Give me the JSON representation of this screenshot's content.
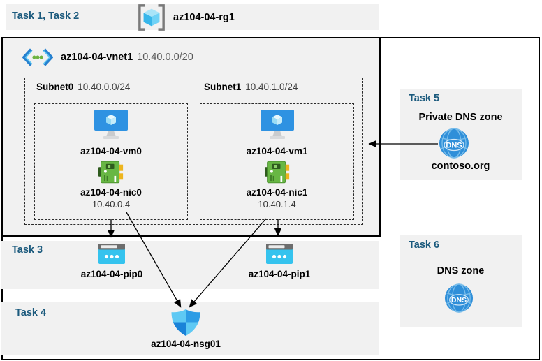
{
  "colors": {
    "panel_bg": "#f1f1f1",
    "task_label": "#1b5a7d",
    "border": "#000000",
    "arrow": "#000000"
  },
  "header": {
    "tasks_label": "Task 1, Task 2",
    "resource_group_name": "az104-04-rg1",
    "resource_group_icon": "resource-group-icon"
  },
  "vnet": {
    "icon": "virtual-network-icon",
    "name": "az104-04-vnet1",
    "cidr": "10.40.0.0/20",
    "subnets": [
      {
        "name": "Subnet0",
        "cidr": "10.40.0.0/24",
        "vm": "az104-04-vm0",
        "vm_icon": "virtual-machine-icon",
        "nic": "az104-04-nic0",
        "nic_icon": "network-interface-icon",
        "ip": "10.40.0.4"
      },
      {
        "name": "Subnet1",
        "cidr": "10.40.1.0/24",
        "vm": "az104-04-vm1",
        "vm_icon": "virtual-machine-icon",
        "nic": "az104-04-nic1",
        "nic_icon": "network-interface-icon",
        "ip": "10.40.1.4"
      }
    ]
  },
  "task3": {
    "label": "Task 3",
    "pip0": "az104-04-pip0",
    "pip1": "az104-04-pip1",
    "pip_icon": "public-ip-icon"
  },
  "task4": {
    "label": "Task 4",
    "nsg": "az104-04-nsg01",
    "nsg_icon": "network-security-group-icon"
  },
  "task5": {
    "label": "Task 5",
    "title": "Private DNS zone",
    "zone_name": "contoso.org",
    "icon_text": "DNS"
  },
  "task6": {
    "label": "Task 6",
    "title": "DNS zone",
    "icon_text": "DNS"
  }
}
